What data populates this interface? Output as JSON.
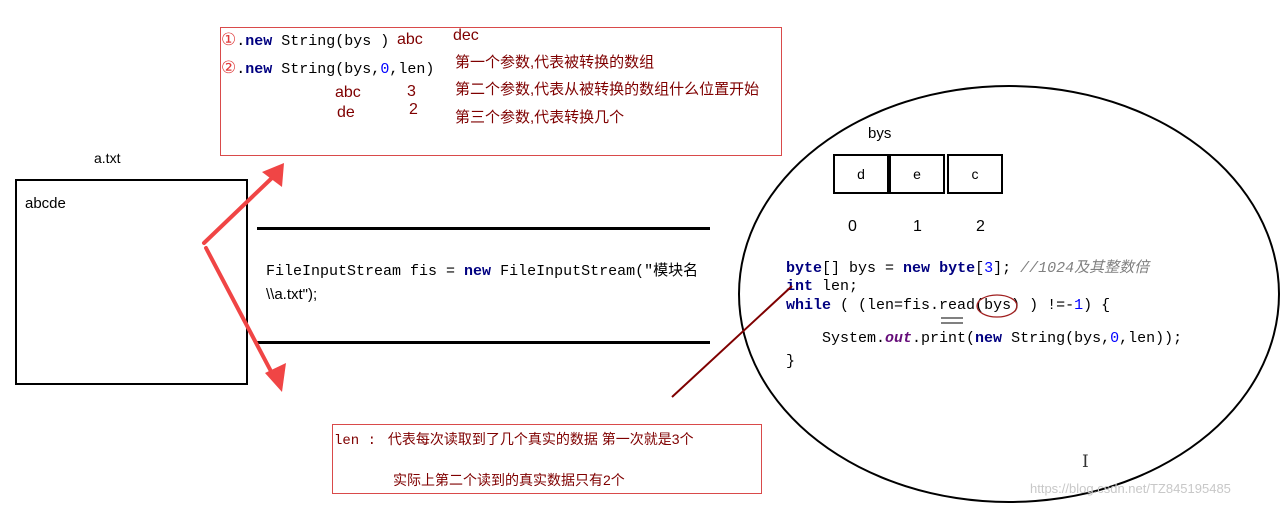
{
  "top_note": {
    "line1": {
      "marker": "①",
      "dot": ".",
      "kw_new": "new",
      "code": " String(bys )",
      "val": "abc",
      "val2": "dec"
    },
    "line2": {
      "marker": "②",
      "dot": ".",
      "kw_new": "new",
      "code_a": " String(bys,",
      "zero": "0",
      "code_b": ",len)"
    },
    "desc1": "第一个参数,代表被转换的数组",
    "desc2": "第二个参数,代表从被转换的数组什么位置开始",
    "desc3": "第三个参数,代表转换几个",
    "v_abc": "abc",
    "v_3": "3",
    "v_de": "de",
    "v_2": "2"
  },
  "file": {
    "name": "a.txt",
    "content": "abcde"
  },
  "stream_code": {
    "prefix": "FileInputStream fis = ",
    "kw_new": "new",
    "suffix": " FileInputStream(\"模块名",
    "line2": "\\\\a.txt\");"
  },
  "circle": {
    "bys_label": "bys",
    "cells": [
      "d",
      "e",
      "c"
    ],
    "indices": [
      "0",
      "1",
      "2"
    ],
    "code": {
      "l1_kw1": "byte",
      "l1_a": "[] bys = ",
      "l1_kw2": "new",
      "l1_sp": " ",
      "l1_kw3": "byte",
      "l1_b": "[",
      "l1_num": "3",
      "l1_c": "]; ",
      "l1_comment": "//1024及其整数倍",
      "l2_kw": "int",
      "l2_rest": " len;",
      "l3_kw": "while",
      "l3_a": " ( (len=fis.",
      "l3_read": "read",
      "l3_b": "(bys) ) !=-",
      "l3_num": "1",
      "l3_c": ") {",
      "l4_a": "System.",
      "l4_out": "out",
      "l4_b": ".print(",
      "l4_kw": "new",
      "l4_c": " String(bys,",
      "l4_num": "0",
      "l4_d": ",len));",
      "l5": "}"
    }
  },
  "bottom_note": {
    "label": "len",
    "colon": " :",
    "text1": "代表每次读取到了几个真实的数据   第一次就是3个",
    "text2": "实际上第二个读到的真实数据只有2个"
  },
  "cursor_glyph": "I",
  "watermark": "https://blog.csdn.net/TZ845195485",
  "colors": {
    "note_red": "#d94a4a",
    "arrow_red": "#f04545",
    "dark_red_line": "#7f0000",
    "keyword_blue": "#000080"
  }
}
